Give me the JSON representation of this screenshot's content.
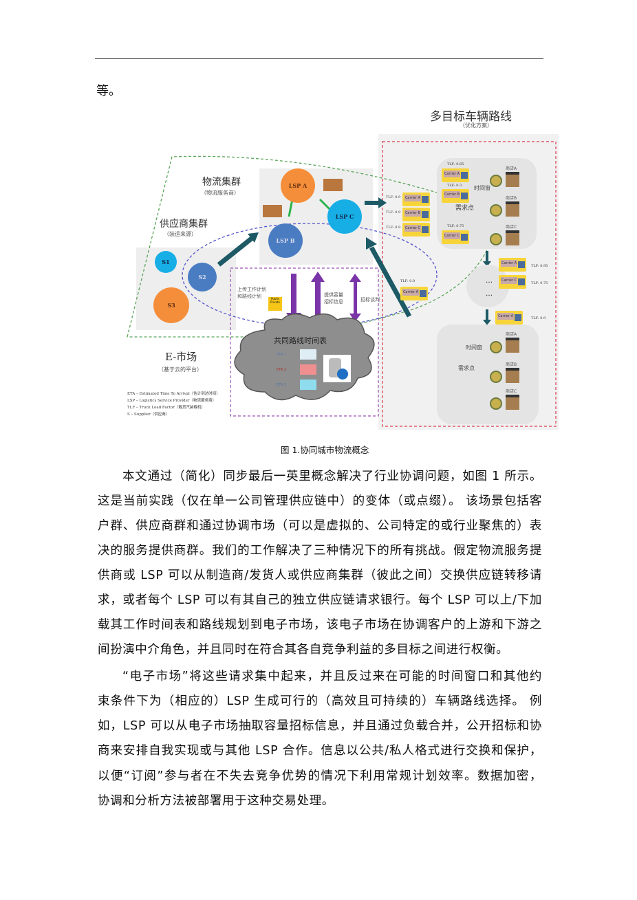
{
  "top_text": "等。",
  "figure": {
    "right_title": "多目标车辆路线",
    "right_subtitle": "（优化方案）",
    "logistics_cluster": "物流集群",
    "logistics_cluster_sub": "（物流服务商）",
    "supplier_cluster": "供应商集群",
    "supplier_cluster_sub": "（装运来源）",
    "lsp_a": "LSP A",
    "lsp_b": "LSP B",
    "lsp_c": "LSP C",
    "s1": "S1",
    "s2": "S2",
    "s3": "S3",
    "upload_plan": "上传工作计划\n和路线计划",
    "public": "Public",
    "private": "Private",
    "capacity_info": "提供容量\n招标信息",
    "bid_negotiation": "招标谈判",
    "shared_schedule": "共同路线时间表",
    "eta1": "ETA 1",
    "eta2": "ETA 2",
    "eta3": "ETA 3",
    "emarket": "E-市场",
    "emarket_sub": "（基于云的平台）",
    "legend": [
      "ETA – Estimated Time To Arrival（估计到达时间）",
      "LSP – Logistics Service Provider（物流服务商）",
      "TLF – Truck Load Factor（载货汽装载机）",
      "S – Supplier（供应商）"
    ],
    "carrier_a": "Carrier A",
    "carrier_b": "Carrier B",
    "carrier_c": "Carrier C",
    "tlf_values": [
      "TLF: 0.9",
      "TLF: 0.9",
      "TLF: 0.9",
      "TLF: 0.65",
      "TLF: 0.3",
      "TLF: 0.75",
      "TLF: 0.0",
      "TLF: 0.95",
      "TLF: 0.75",
      "TLF: 0.9"
    ],
    "time_window": "时间窗",
    "demand_point": "需求点",
    "shop_a": "商店A",
    "shop_b": "商店B",
    "shop_c": "商店C",
    "ellipsis": "…"
  },
  "caption": "图 1.协同城市物流概念",
  "paragraphs": [
    [
      "本文通过（简化）同步最后一英里概念解决了行业协调问题，如图 1 所示。",
      "这是当前实践（仅在单一公司管理供应链中）的变体（或点缀）。 该场景包括客",
      "户群、供应商群和通过协调市场（可以是虚拟的、公司特定的或行业聚焦的）表",
      "决的服务提供商群。我们的工作解决了三种情况下的所有挑战。假定物流服务提",
      "供商或 LSP 可以从制造商/发货人或供应商集群（彼此之间）交换供应链转移请",
      "求，或者每个 LSP 可以有其自己的独立供应链请求银行。每个 LSP 可以上/下加",
      "载其工作时间表和路线规划到电子市场，该电子市场在协调客户的上游和下游之",
      "间扮演中介角色，并且同时在符合其各自竞争利益的多目标之间进行权衡。"
    ],
    [
      "“电子市场”将这些请求集中起来，并且反过来在可能的时间窗口和其他约",
      "束条件下为（相应的）LSP 生成可行的（高效且可持续的）车辆路线选择。 例",
      "如，LSP 可以从电子市场抽取容量招标信息，并且通过负载合并，公开招标和协",
      "商来安排自我实现或与其他 LSP 合作。信息以公共/私人格式进行交换和保护，",
      "以便“订阅”参与者在不失去竞争优势的情况下利用常规计划效率。数据加密，",
      "协调和分析方法被部署用于这种交易处理。"
    ]
  ]
}
